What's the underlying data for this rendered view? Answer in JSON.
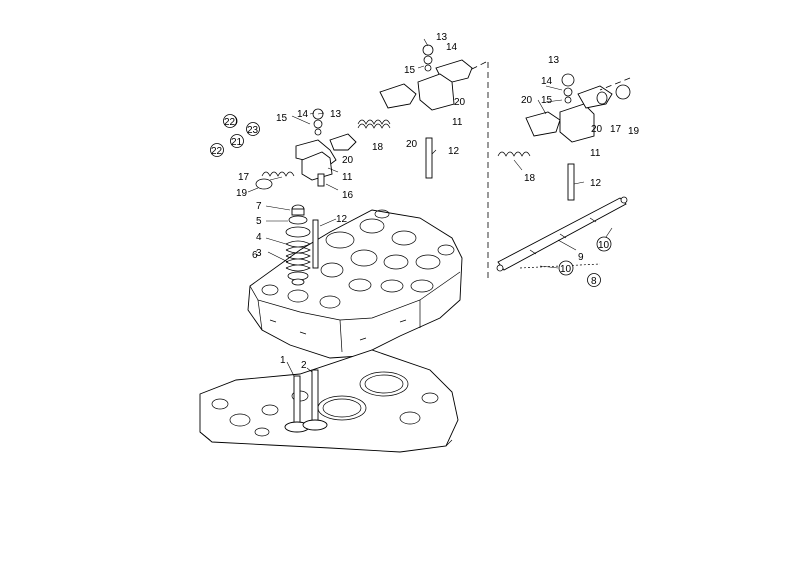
{
  "diagram": {
    "part_numbers": {
      "p1": "1",
      "p2": "2",
      "p3": "3",
      "p4": "4",
      "p5": "5",
      "p6": "6",
      "p7": "7",
      "p8": "8",
      "p9": "9",
      "p10": "10",
      "p11": "11",
      "p12": "12",
      "p13": "13",
      "p14": "14",
      "p15": "15",
      "p16": "16",
      "p17": "17",
      "p18": "18",
      "p19": "19",
      "p20": "20",
      "p21": "21",
      "p22": "22",
      "p23": "23"
    }
  }
}
